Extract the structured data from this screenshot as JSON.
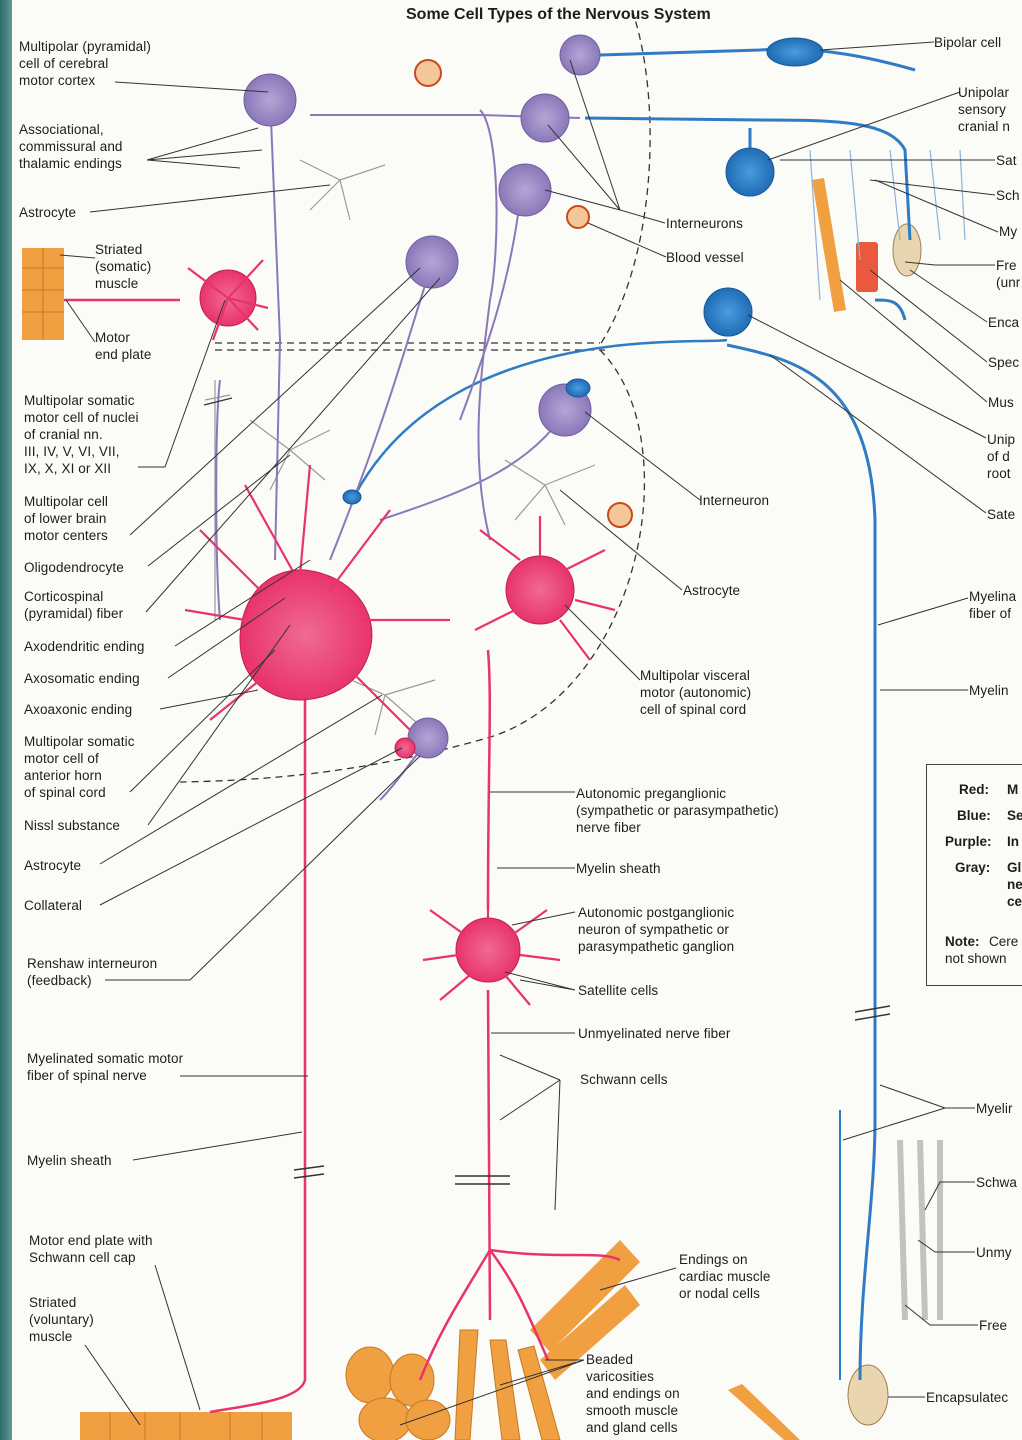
{
  "title": "Some Cell Types of the Nervous System",
  "colors": {
    "motor": "#e8336e",
    "sensory": "#2f7cc4",
    "interneuron": "#8b78b8",
    "glia": "#9a9a9a",
    "muscle": "#f0a040",
    "page": "#fbfbf8"
  },
  "labels_left": [
    "Multipolar (pyramidal)\ncell of cerebral\nmotor cortex",
    "Associational,\ncommissural and\nthalamic endings",
    "Astrocyte",
    "Striated\n(somatic)\nmuscle",
    "Motor\nend plate",
    "Multipolar somatic\nmotor cell of nuclei\nof cranial nn.\nIII, IV, V, VI, VII,\nIX, X, XI or XII",
    "Multipolar cell\nof lower brain\nmotor centers",
    "Oligodendrocyte",
    "Corticospinal\n(pyramidal) fiber",
    "Axodendritic ending",
    "Axosomatic ending",
    "Axoaxonic ending",
    "Multipolar somatic\nmotor cell of\nanterior horn\nof spinal cord",
    "Nissl substance",
    "Astrocyte",
    "Collateral",
    "Renshaw interneuron\n(feedback)",
    "Myelinated somatic motor\nfiber of spinal nerve",
    "Myelin sheath",
    "Motor end plate with\nSchwann cell cap",
    "Striated\n(voluntary)\nmuscle"
  ],
  "labels_center": [
    "Interneurons",
    "Blood vessel",
    "Interneuron",
    "Astrocyte",
    "Multipolar visceral\nmotor (autonomic)\ncell of spinal cord",
    "Autonomic preganglionic\n(sympathetic or parasympathetic)\nnerve fiber",
    "Myelin sheath",
    "Autonomic postganglionic\nneuron of sympathetic or\nparasympathetic ganglion",
    "Satellite cells",
    "Unmyelinated nerve fiber",
    "Schwann cells",
    "Endings on\ncardiac muscle\nor nodal cells",
    "Beaded\nvaricosities\nand endings on\nsmooth muscle\nand gland cells"
  ],
  "labels_right": [
    "Bipolar cell",
    "Unipolar\nsensory\ncranial n",
    "Sat",
    "Sch",
    "My",
    "Fre\n(unr",
    "Enca",
    "Spec",
    "Mus",
    "Unip\nof d\nroot",
    "Sate",
    "Myelina\nfiber of",
    "Myelin",
    "Myelir",
    "Schwa",
    "Unmy",
    "Free",
    "Encapsulatec"
  ],
  "legend": {
    "rows": [
      {
        "key": "Red:",
        "value": "M"
      },
      {
        "key": "Blue:",
        "value": "Se"
      },
      {
        "key": "Purple:",
        "value": "In"
      },
      {
        "key": "Gray:",
        "value": "Gl\nne\nce"
      }
    ],
    "note_key": "Note:",
    "note_text": "Cere\nnot shown"
  }
}
